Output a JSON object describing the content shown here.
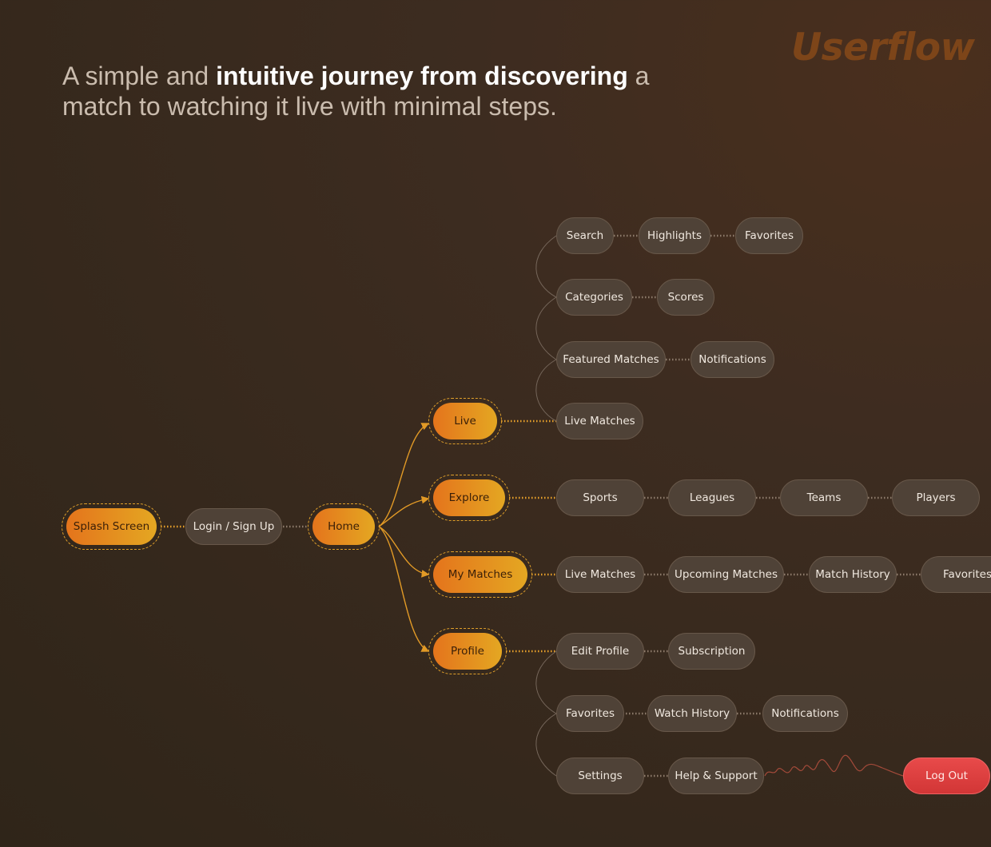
{
  "brand": "Userflow",
  "intro": {
    "lead": "A simple and ",
    "highlight": "intuitive journey from discovering",
    "tail": " a match to watching it live with minimal steps."
  },
  "nodes": {
    "splash": "Splash Screen",
    "login": "Login / Sign Up",
    "home": "Home",
    "live": "Live",
    "explore": "Explore",
    "my_matches": "My Matches",
    "profile": "Profile",
    "search": "Search",
    "highlights": "Highlights",
    "favorites_live": "Favorites",
    "categories": "Categories",
    "scores": "Scores",
    "featured_matches": "Featured Matches",
    "notifications_live": "Notifications",
    "live_matches": "Live Matches",
    "sports": "Sports",
    "leagues": "Leagues",
    "teams": "Teams",
    "players": "Players",
    "mm_live_matches": "Live Matches",
    "upcoming_matches": "Upcoming Matches",
    "match_history": "Match History",
    "mm_favorites": "Favorites",
    "edit_profile": "Edit Profile",
    "subscription": "Subscription",
    "pr_favorites": "Favorites",
    "watch_history": "Watch History",
    "pr_notifications": "Notifications",
    "settings": "Settings",
    "help_support": "Help & Support",
    "log_out": "Log Out"
  },
  "colors": {
    "primary_gradient": [
      "#e4741c",
      "#e4a722"
    ],
    "secondary_node": "#4f4237",
    "danger": "#d23636",
    "brand": "#7d4519"
  }
}
